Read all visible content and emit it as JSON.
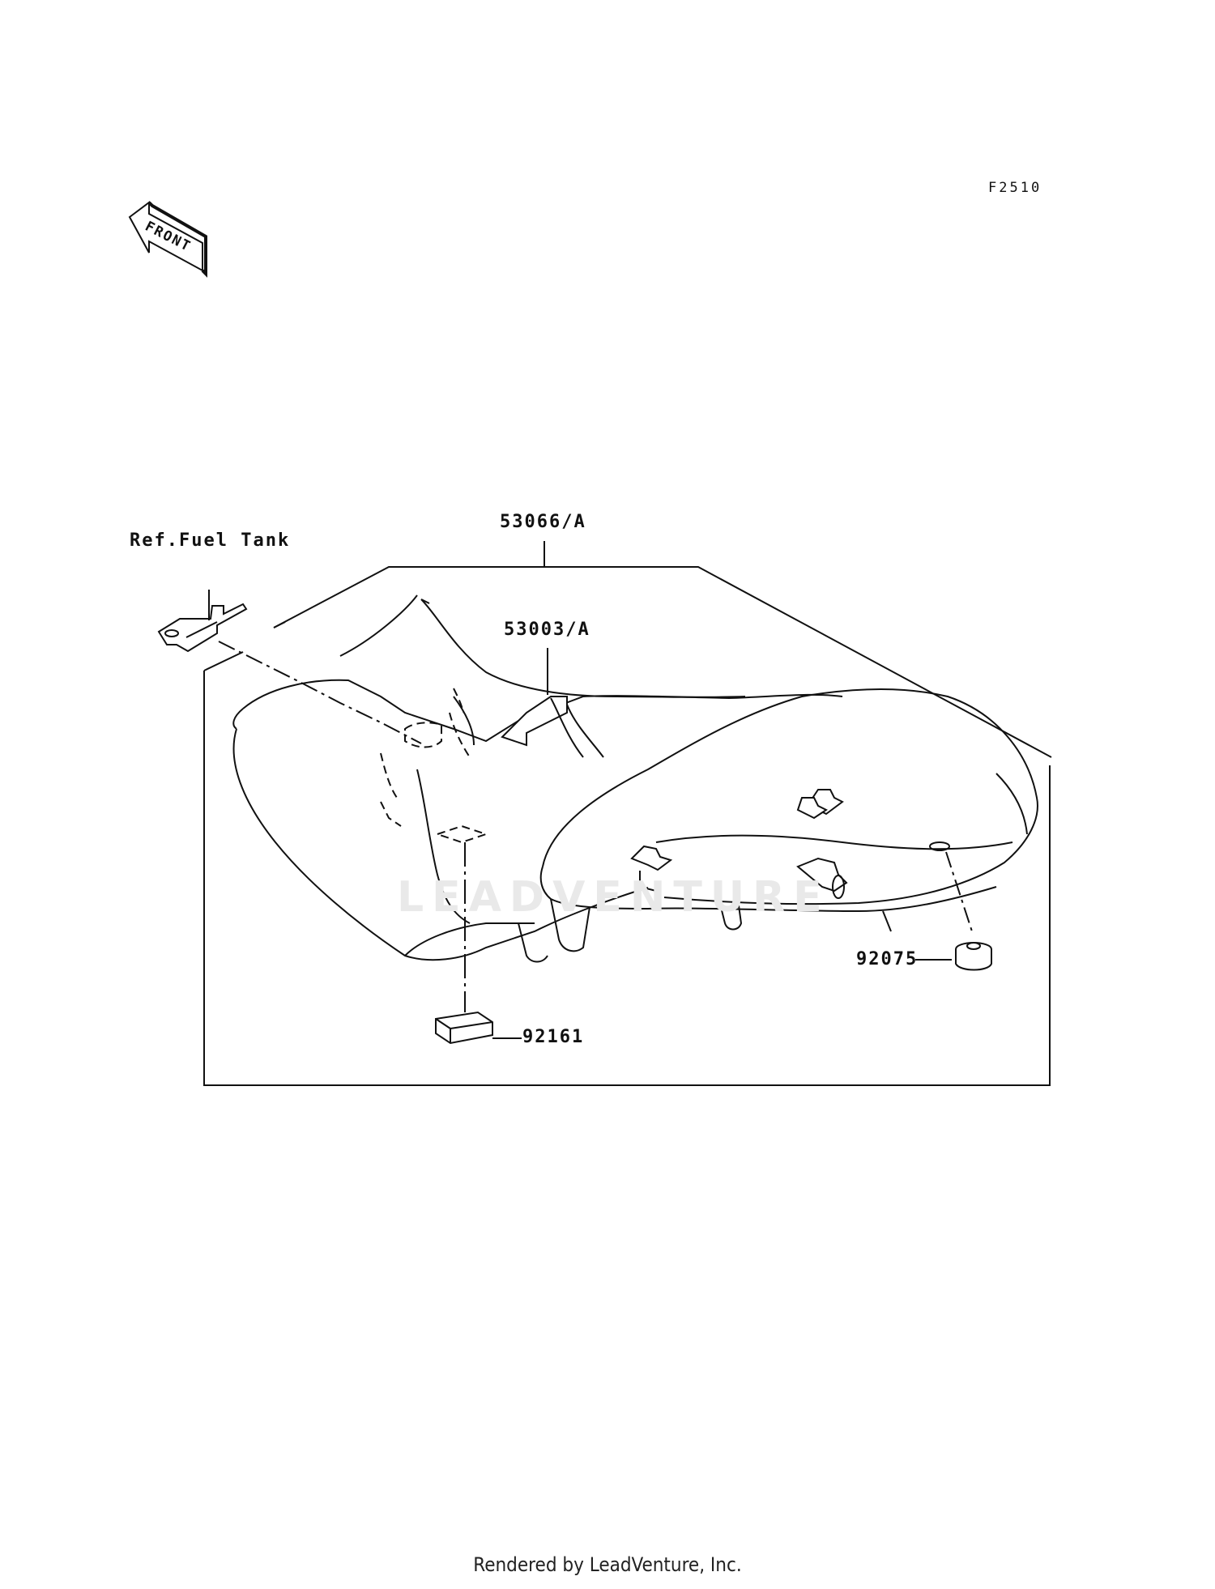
{
  "diagram": {
    "code": "F2510",
    "front_label": "FRONT",
    "watermark": "LEADVENTURE",
    "labels": {
      "ref_fuel_tank": "Ref.Fuel Tank",
      "seat_assy": "53066/A",
      "seat_cover": "53003/A",
      "damper": "92075",
      "pad": "92161"
    }
  },
  "footer": {
    "text": "Rendered by LeadVenture, Inc."
  }
}
